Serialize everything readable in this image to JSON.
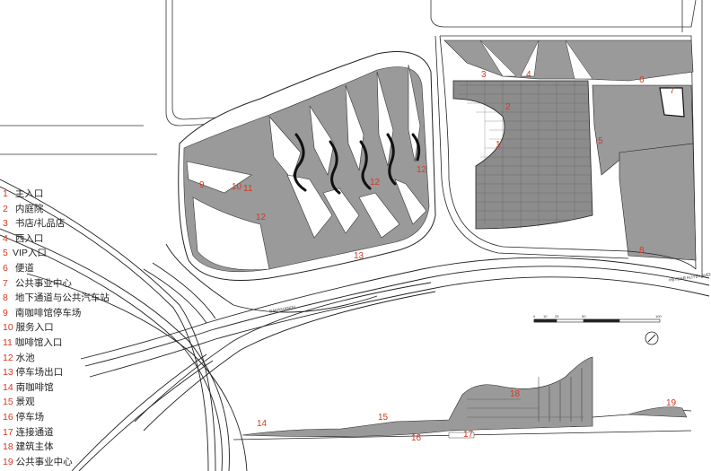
{
  "legend": [
    {
      "num": "1",
      "text": "主入口"
    },
    {
      "num": "2",
      "text": "内庭院"
    },
    {
      "num": "3",
      "text": "书店/礼品店"
    },
    {
      "num": "4",
      "text": "西入口"
    },
    {
      "num": "5",
      "text": "VIP入口"
    },
    {
      "num": "6",
      "text": "便道"
    },
    {
      "num": "7",
      "text": "公共事业中心"
    },
    {
      "num": "8",
      "text": "地下通道与公共汽车站"
    },
    {
      "num": "9",
      "text": "南咖啡馆停车场"
    },
    {
      "num": "10",
      "text": "服务入口"
    },
    {
      "num": "11",
      "text": "咖啡馆入口"
    },
    {
      "num": "12",
      "text": "水池"
    },
    {
      "num": "13",
      "text": "停车场出口"
    },
    {
      "num": "14",
      "text": "南咖啡馆"
    },
    {
      "num": "15",
      "text": "景观"
    },
    {
      "num": "16",
      "text": "停车场"
    },
    {
      "num": "17",
      "text": "连接通道"
    },
    {
      "num": "18",
      "text": "建筑主体"
    },
    {
      "num": "19",
      "text": "公共事业中心"
    }
  ],
  "plan_labels": [
    "1",
    "2",
    "3",
    "4",
    "5",
    "6",
    "7",
    "8",
    "9",
    "10",
    "11",
    "12",
    "12",
    "12",
    "13",
    "14",
    "15",
    "16",
    "17",
    "18",
    "19"
  ],
  "road_labels": [
    "HEYDAR ALIYEV AVENUE",
    "BAKIKHANOV"
  ],
  "scale_ticks": [
    "0",
    "10",
    "25",
    "50",
    "100"
  ],
  "colors": {
    "legend_number": "#d6381f",
    "building_fill": "#9a9a9a",
    "line": "#222222"
  }
}
